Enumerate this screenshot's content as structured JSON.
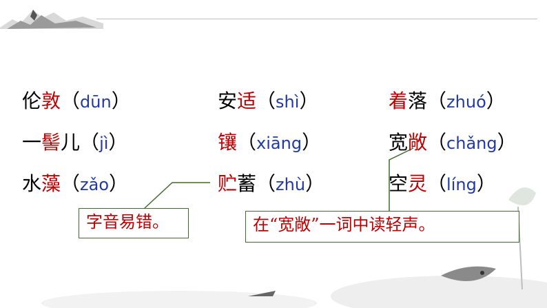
{
  "rows": [
    [
      {
        "plain_before": "伦",
        "red": "敦",
        "plain_after": "",
        "pinyin": "dūn"
      },
      {
        "plain_before": "安",
        "red": "适",
        "plain_after": "",
        "pinyin": "shì"
      },
      {
        "plain_before": "",
        "red": "着",
        "plain_after": "落",
        "pinyin": "zhuó"
      }
    ],
    [
      {
        "plain_before": "一",
        "red": "髻",
        "plain_after": "儿",
        "pinyin": "jì"
      },
      {
        "plain_before": "",
        "red": "镶",
        "plain_after": "",
        "pinyin": "xiāng"
      },
      {
        "plain_before": "宽",
        "red": "敞",
        "plain_after": "",
        "pinyin": "chǎng"
      }
    ],
    [
      {
        "plain_before": "水",
        "red": "藻",
        "plain_after": "",
        "pinyin": "zǎo"
      },
      {
        "plain_before": "",
        "red": "贮",
        "plain_after": "蓄",
        "pinyin": "zhù"
      },
      {
        "plain_before": "空",
        "red": "灵",
        "plain_after": "",
        "pinyin": "líng"
      }
    ]
  ],
  "callouts": {
    "left": "字音易错。",
    "right": "在“宽敞”一词中读轻声。"
  },
  "colors": {
    "highlight": "#c00000",
    "pinyin": "#1f3aa8",
    "callout_border": "#3f6b2a"
  }
}
